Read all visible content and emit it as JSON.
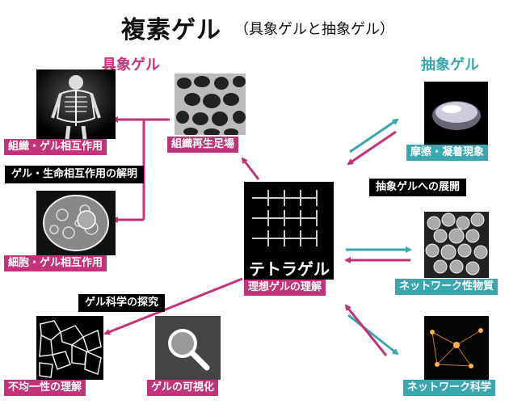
{
  "title": {
    "main": "複素ゲル",
    "sub": "（具象ゲルと抽象ゲル）"
  },
  "sections": {
    "concrete": "具象ゲル",
    "abstract": "抽象ゲル"
  },
  "center": {
    "image_text": "テトラゲル",
    "label": "理想ゲルの理解"
  },
  "nodes": {
    "tissue_body": "組織・ゲル相互作用",
    "tissue_regen": "組織再生足場",
    "cell": "細胞・ゲル相互作用",
    "friction": "摩擦・凝着現象",
    "network_property": "ネットワーク性物質",
    "network_science": "ネットワーク科学",
    "heterogeneity": "不均一性の理解",
    "visualization": "ゲルの可視化"
  },
  "headers": {
    "life": "ゲル・生命相互作用の解明",
    "abstract_expansion": "抽象ゲルへの展開",
    "gel_science": "ゲル科学の探究"
  },
  "colors": {
    "pink": "#c2337a",
    "teal": "#3aa6ad",
    "black": "#000000"
  }
}
